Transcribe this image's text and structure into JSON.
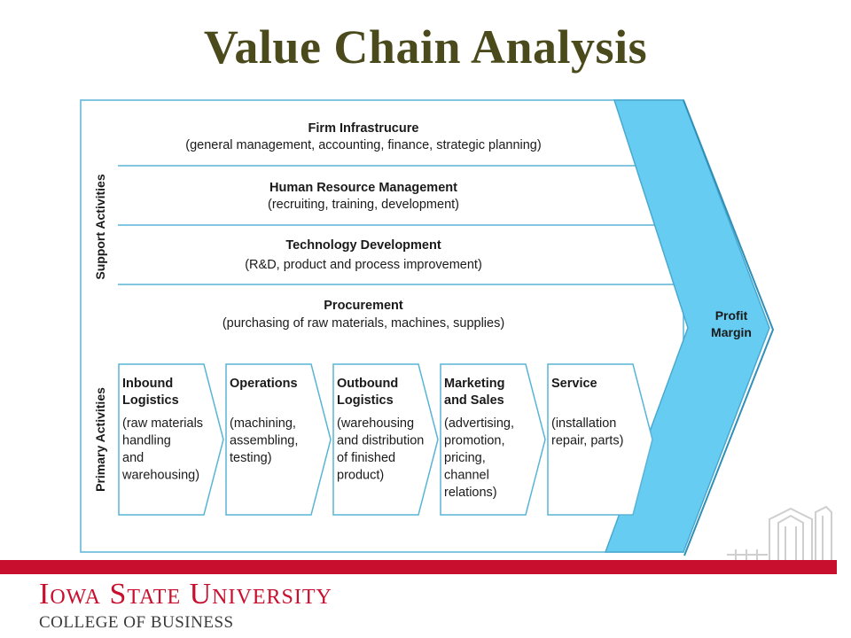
{
  "title": "Value Chain Analysis",
  "side_labels": {
    "support": "Support Activities",
    "primary": "Primary Activities"
  },
  "support_activities": [
    {
      "name": "Firm Infrastrucure",
      "desc": "(general management, accounting, finance, strategic planning)"
    },
    {
      "name": "Human Resource Management",
      "desc": "(recruiting, training, development)"
    },
    {
      "name": "Technology Development",
      "desc": "(R&D, product and process improvement)"
    },
    {
      "name": "Procurement",
      "desc": "(purchasing of raw materials, machines, supplies)"
    }
  ],
  "primary_activities": [
    {
      "name": [
        "Inbound",
        "Logistics"
      ],
      "desc": [
        "(raw materials",
        "handling",
        "and",
        "warehousing)"
      ]
    },
    {
      "name": [
        "Operations"
      ],
      "desc": [
        "(machining,",
        "assembling,",
        "testing)"
      ]
    },
    {
      "name": [
        "Outbound",
        "Logistics"
      ],
      "desc": [
        "(warehousing",
        "and distribution",
        "of finished",
        "product)"
      ]
    },
    {
      "name": [
        "Marketing",
        "and Sales"
      ],
      "desc": [
        "(advertising,",
        "promotion,",
        "pricing,",
        "channel",
        "relations)"
      ]
    },
    {
      "name": [
        "Service"
      ],
      "desc": [
        "(installation",
        "repair, parts)"
      ]
    }
  ],
  "margin_label": [
    "Profit",
    "Margin"
  ],
  "footer": {
    "university": "Iowa State University",
    "college": "COLLEGE OF BUSINESS"
  },
  "colors": {
    "title": "#4a4a1c",
    "frame": "#5ab4d6",
    "margin_fill": "#66ccf2",
    "brand_red": "#c8102e"
  }
}
